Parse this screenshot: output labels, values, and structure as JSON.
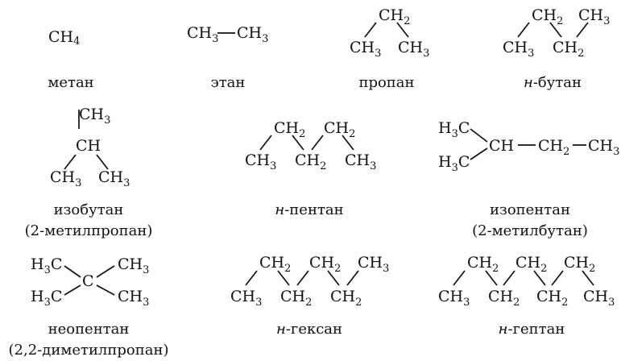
{
  "molecules": {
    "methane": {
      "name": "метан"
    },
    "ethane": {
      "name": "этан"
    },
    "propane": {
      "name": "пропан"
    },
    "butane": {
      "prefix": "н",
      "name": "-бутан"
    },
    "isobutane": {
      "name": "изобутан",
      "alt": "(2-метилпропан)"
    },
    "pentane": {
      "prefix": "н",
      "name": "-пентан"
    },
    "isopentane": {
      "name": "изопентан",
      "alt": "(2-метилбутан)"
    },
    "neopentane": {
      "name": "неопентан",
      "alt": "(2,2-диметилпропан)"
    },
    "hexane": {
      "prefix": "н",
      "name": "-гексан"
    },
    "heptane": {
      "prefix": "н",
      "name": "-гептан"
    }
  },
  "groups": {
    "ch4": "CH",
    "ch3": "CH",
    "ch2": "CH",
    "ch": "CH",
    "c": "C",
    "h3c": "H",
    "c_after_h": "C",
    "sub2": "2",
    "sub3": "3",
    "sub4": "4"
  },
  "colors": {
    "ink": "#111111",
    "background": "#ffffff"
  }
}
